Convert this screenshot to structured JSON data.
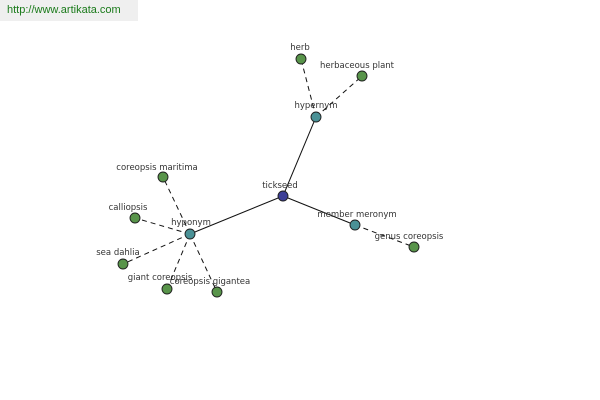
{
  "site": {
    "url": "http://www.artikata.com"
  },
  "graph": {
    "colors": {
      "center": "#3c3e96",
      "relation": "#4a9196",
      "leaf": "#58944a"
    },
    "nodes": [
      {
        "id": "tickseed",
        "label": "tickseed",
        "type": "center"
      },
      {
        "id": "hypernym",
        "label": "hypernym",
        "type": "relation"
      },
      {
        "id": "hyponym",
        "label": "hyponym",
        "type": "relation"
      },
      {
        "id": "member-meronym",
        "label": "member meronym",
        "type": "relation"
      },
      {
        "id": "herb",
        "label": "herb",
        "type": "leaf"
      },
      {
        "id": "herbaceous-plant",
        "label": "herbaceous plant",
        "type": "leaf"
      },
      {
        "id": "coreopsis-maritima",
        "label": "coreopsis maritima",
        "type": "leaf"
      },
      {
        "id": "calliopsis",
        "label": "calliopsis",
        "type": "leaf"
      },
      {
        "id": "sea-dahlia",
        "label": "sea dahlia",
        "type": "leaf"
      },
      {
        "id": "giant-coreopsis",
        "label": "giant coreopsis",
        "type": "leaf"
      },
      {
        "id": "coreopsis-gigantea",
        "label": "coreopsis gigantea",
        "type": "leaf"
      },
      {
        "id": "genus-coreopsis",
        "label": "genus coreopsis",
        "type": "leaf"
      }
    ],
    "edges": [
      {
        "from": "tickseed",
        "to": "hypernym",
        "style": "solid"
      },
      {
        "from": "tickseed",
        "to": "hyponym",
        "style": "solid"
      },
      {
        "from": "tickseed",
        "to": "member-meronym",
        "style": "solid"
      },
      {
        "from": "hypernym",
        "to": "herb",
        "style": "dashed"
      },
      {
        "from": "hypernym",
        "to": "herbaceous-plant",
        "style": "dashed"
      },
      {
        "from": "hyponym",
        "to": "coreopsis-maritima",
        "style": "dashed"
      },
      {
        "from": "hyponym",
        "to": "calliopsis",
        "style": "dashed"
      },
      {
        "from": "hyponym",
        "to": "sea-dahlia",
        "style": "dashed"
      },
      {
        "from": "hyponym",
        "to": "giant-coreopsis",
        "style": "dashed"
      },
      {
        "from": "hyponym",
        "to": "coreopsis-gigantea",
        "style": "dashed"
      },
      {
        "from": "member-meronym",
        "to": "genus-coreopsis",
        "style": "dashed"
      }
    ]
  }
}
